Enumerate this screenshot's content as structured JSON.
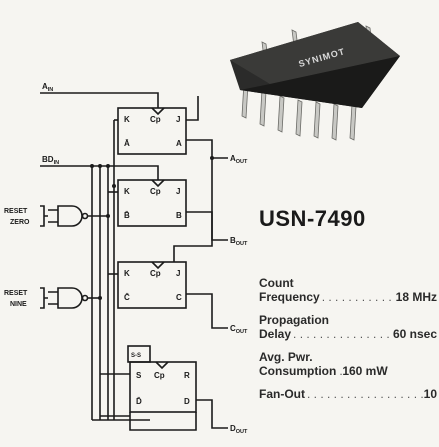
{
  "part": {
    "title": "USN-7490",
    "chip_marking": "SYNIMOT"
  },
  "specs": [
    {
      "line1": "Count",
      "line2": "Frequency",
      "value": "18 MHz"
    },
    {
      "line1": "Propagation",
      "line2": "Delay",
      "value": "60 nsec"
    },
    {
      "line1": "Avg. Pwr.",
      "line2": "Consumption",
      "value": "160 mW"
    },
    {
      "line1": "",
      "line2": "Fan-Out",
      "value": "10"
    }
  ],
  "schematic": {
    "inputs": {
      "a_in": "A",
      "a_in_sub": "IN",
      "bd_in": "BD",
      "bd_in_sub": "IN"
    },
    "outputs": {
      "a": "A",
      "b": "B",
      "c": "C",
      "d": "D",
      "sub": "OUT"
    },
    "resets": {
      "zero_line1": "RESET",
      "zero_line2": "ZERO",
      "nine_line1": "RESET",
      "nine_line2": "NINE"
    },
    "ff_labels": {
      "k": "K",
      "cp": "Cp",
      "j": "J",
      "a_bar": "Ā",
      "a": "A",
      "b_bar": "B̄",
      "b": "B",
      "c_bar": "C̄",
      "c": "C",
      "s": "S",
      "r": "R",
      "d_bar": "D̄",
      "d": "D",
      "ss": "S-S"
    }
  }
}
